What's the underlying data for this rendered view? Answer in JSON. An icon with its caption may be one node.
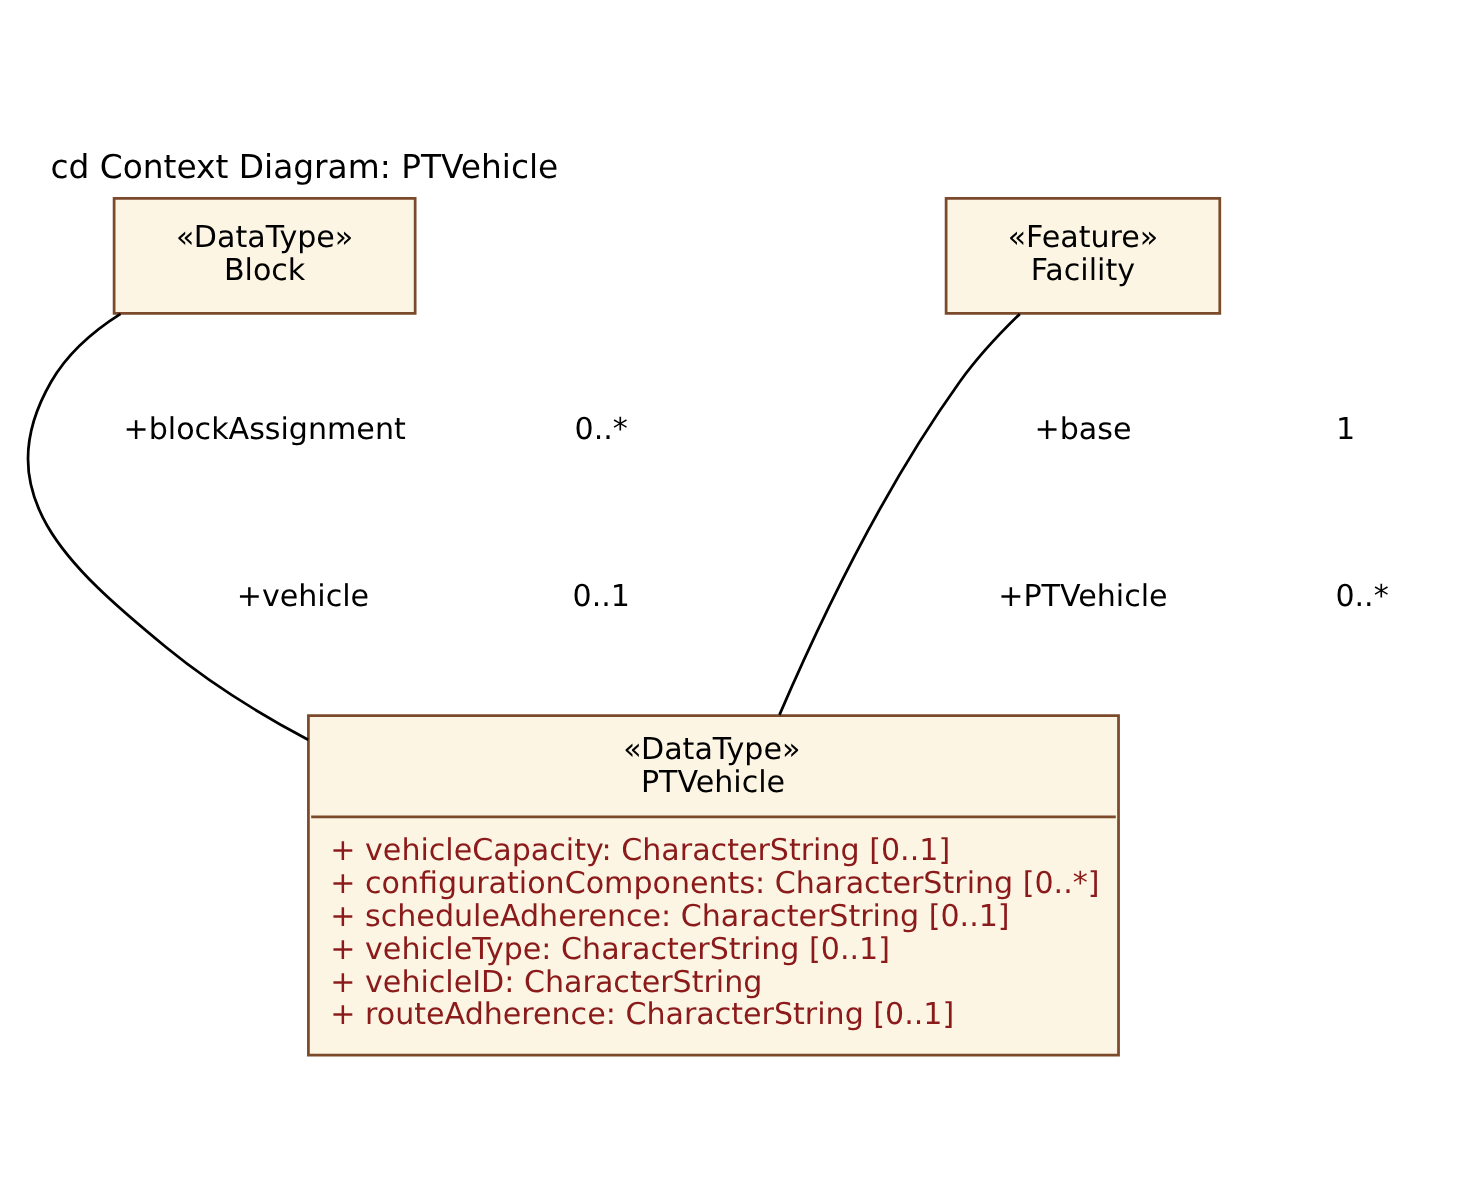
{
  "diagram": {
    "title": "cd Context Diagram: PTVehicle",
    "nodes": [
      {
        "text": [
          "«DataType»",
          "Block"
        ]
      },
      {
        "text": [
          "«Feature»",
          "Facility"
        ]
      },
      {
        "text": [
          "«DataType»",
          "PTVehicle",
          "+ vehicleCapacity: CharacterString [0..1]",
          "+ configurationComponents: CharacterString [0..*]",
          "+ scheduleAdherence: CharacterString [0..1]",
          "+ vehicleType: CharacterString [0..1]",
          "+ vehicleID: CharacterString",
          "+ routeAdherence: CharacterString [0..1]"
        ]
      }
    ],
    "edges": [
      {
        "from": 0,
        "to": 2,
        "arrow": "none"
      },
      {
        "from": 1,
        "to": 2,
        "arrow": "none"
      }
    ],
    "labels": [
      "+blockAssignment",
      "0..*",
      "+base",
      "1",
      "+vehicle",
      "0..1",
      "+PTVehicle",
      "0..*"
    ]
  }
}
